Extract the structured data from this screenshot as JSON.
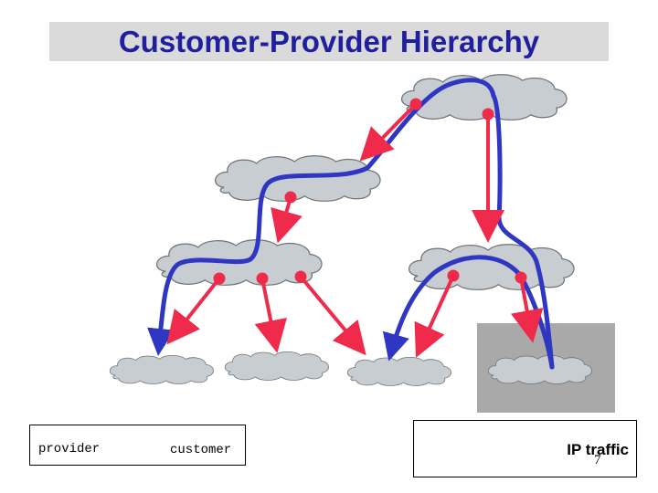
{
  "title": "Customer-Provider Hierarchy",
  "legend": {
    "provider_label": "provider",
    "customer_label": "customer",
    "traffic_label": "IP traffic"
  },
  "page_number": "7",
  "colors": {
    "title_text": "#1f1fa0",
    "title_bg": "#dadada",
    "cloud_fill": "#c8cdd2",
    "cloud_stroke": "#6e7378",
    "relationship_arrow": "#ef2a4a",
    "traffic_path": "#2f36c2",
    "highlight_box": "#a9a9a9"
  },
  "icons": [
    "cloud-icon",
    "arrow-icon"
  ]
}
